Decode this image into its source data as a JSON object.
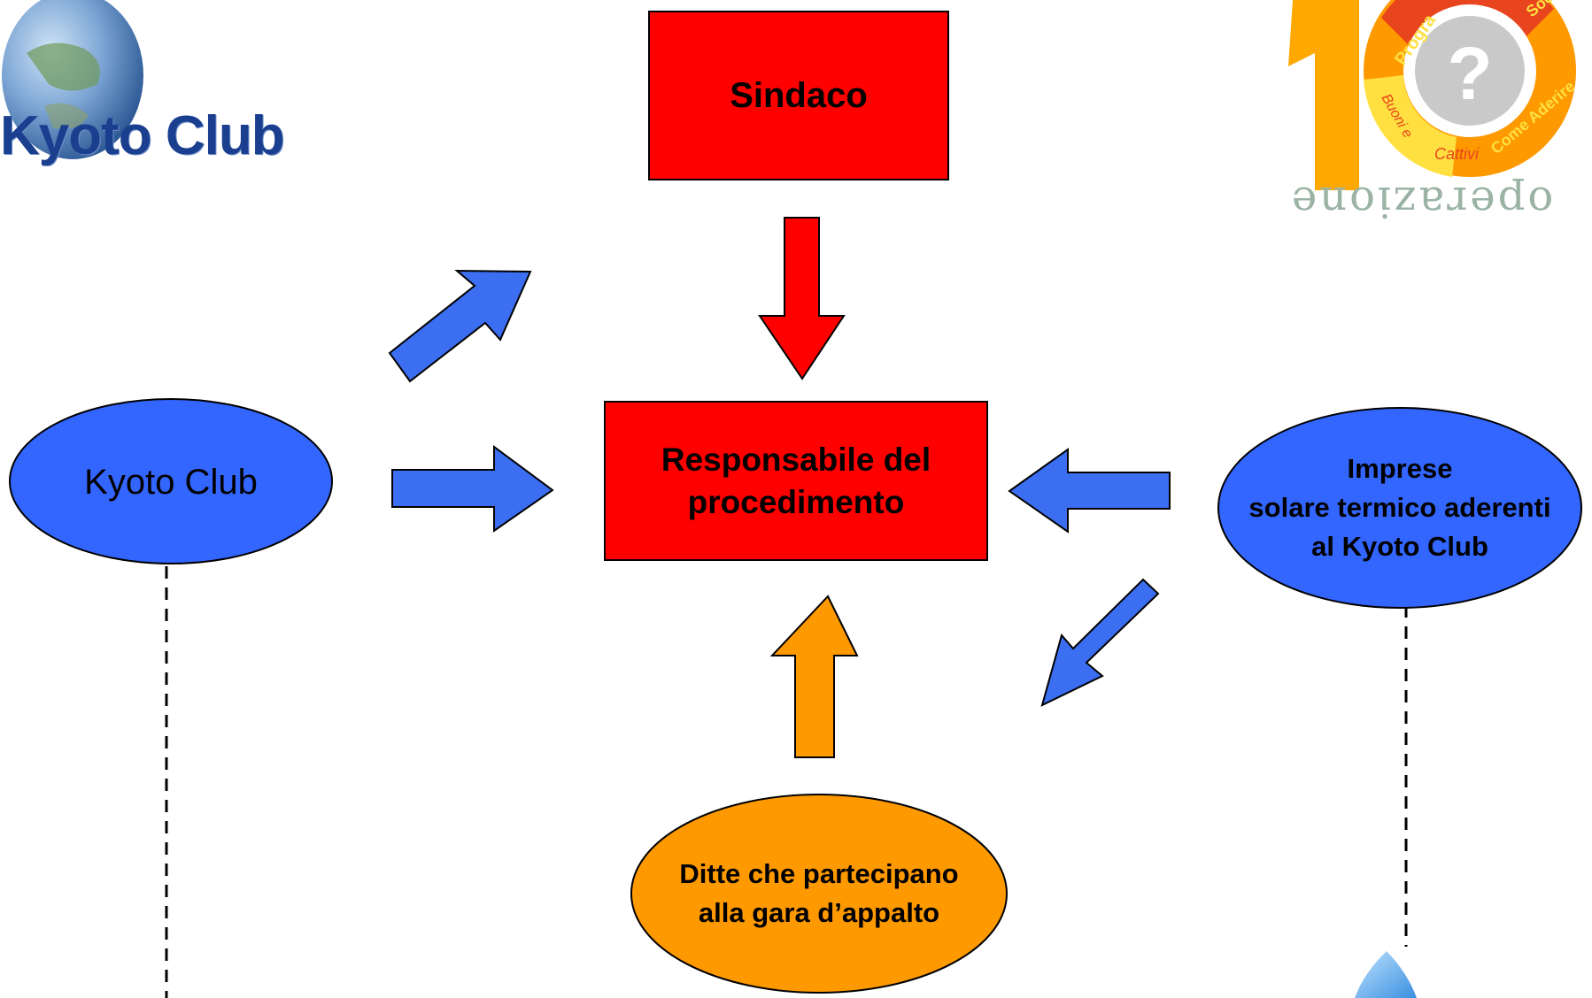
{
  "logos": {
    "left_logo_text": "Kyoto Club",
    "right_logo_words": [
      "Programma",
      "Soci",
      "Buoni e Cattivi",
      "Come Aderire"
    ],
    "right_logo_subtitle": "operazione"
  },
  "nodes": {
    "sindaco": "Sindaco",
    "responsabile": "Responsabile del procedimento",
    "kyoto_club": "Kyoto Club",
    "imprese_line1": "Imprese",
    "imprese_line2": "solare termico aderenti",
    "imprese_line3": "al Kyoto Club",
    "ditte_line1": "Ditte che partecipano",
    "ditte_line2": "alla gara d’appalto"
  },
  "colors": {
    "red": "#ff0000",
    "blue_shape": "#3366ff",
    "blue_arrow": "#3b6ef0",
    "orange": "#ff9900",
    "logo_blue": "#1a3f8f"
  },
  "icons": [
    "globe-icon",
    "question-mark-icon",
    "water-drop-icon"
  ]
}
